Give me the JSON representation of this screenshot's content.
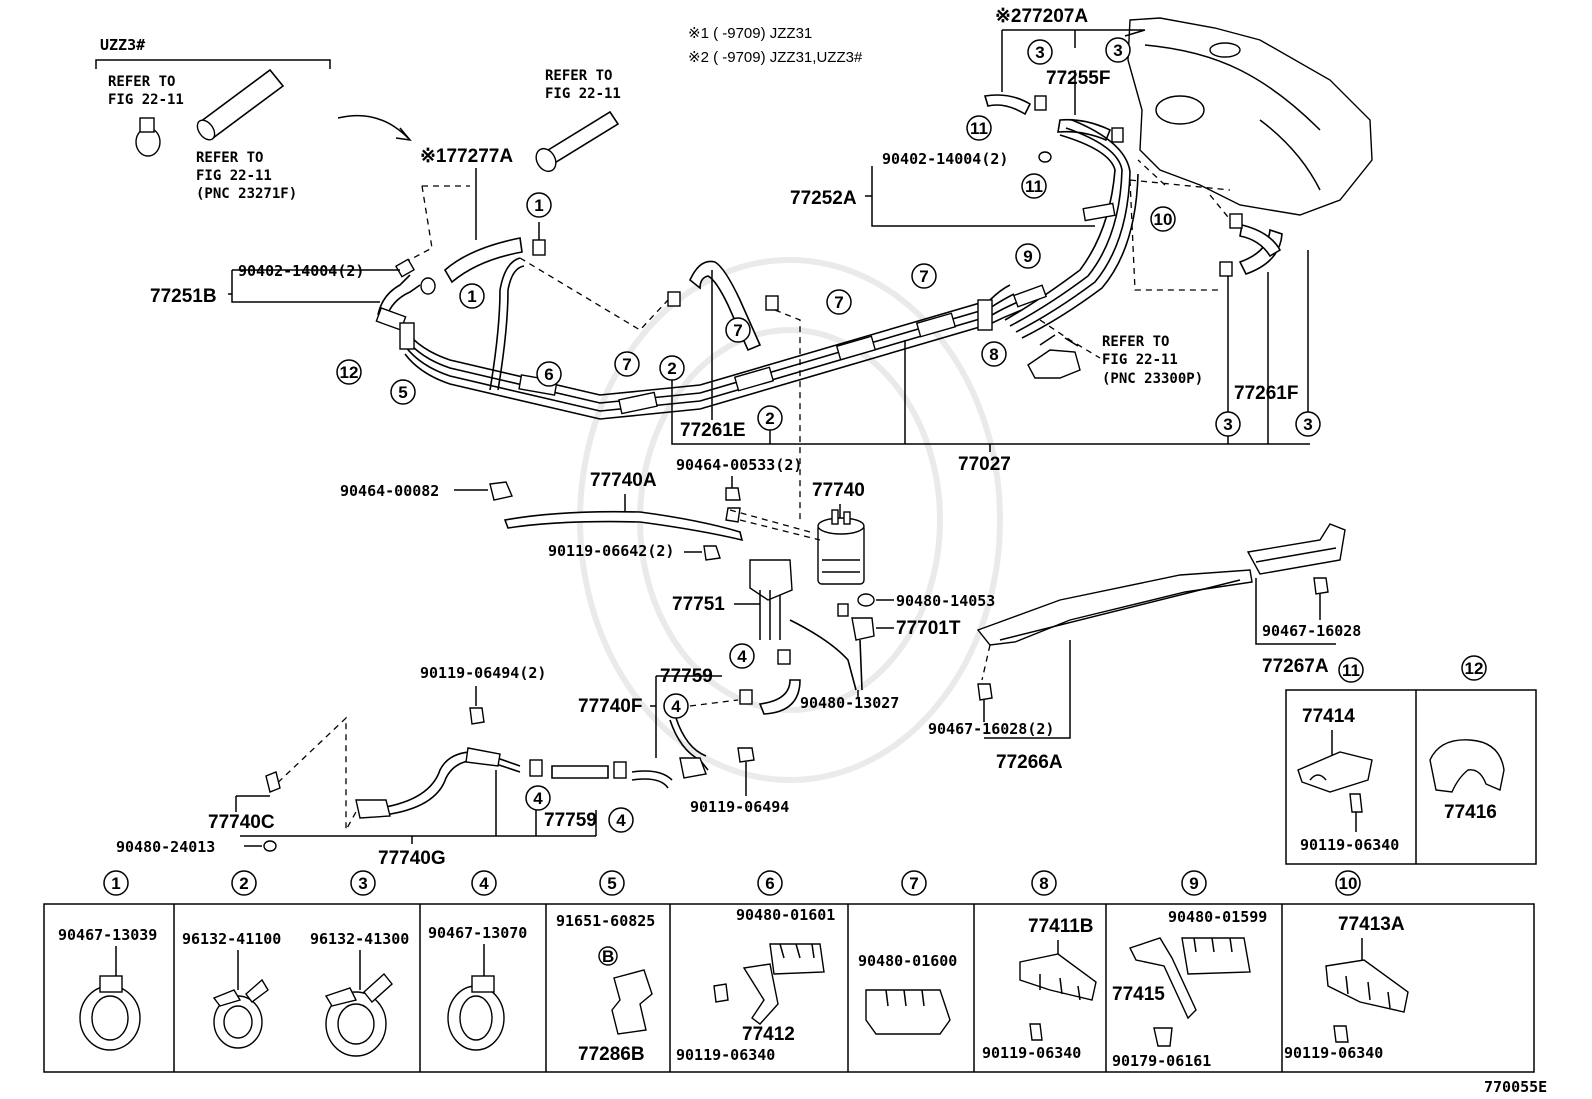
{
  "notes": {
    "n1": "※1 (     -9709) JZZ31",
    "n2": "※2 (     -9709) JZZ31,UZZ3#"
  },
  "variant": "UZZ3#",
  "refers": [
    {
      "l1": "REFER TO",
      "l2": "FIG 22-11"
    },
    {
      "l1": "REFER TO",
      "l2": "FIG 22-11",
      "l3": "(PNC 23271F)"
    },
    {
      "l1": "REFER TO",
      "l2": "FIG 22-11"
    },
    {
      "l1": "REFER TO",
      "l2": "FIG 22-11",
      "l3": "(PNC 23300P)"
    }
  ],
  "labels": {
    "p77277A": "※177277A",
    "p77207A": "※277207A",
    "p77255F": "77255F",
    "p90402_top": "90402-14004(2)",
    "p77252A": "77252A",
    "p90402_left": "90402-14004(2)",
    "p77251B": "77251B",
    "p77261E": "77261E",
    "p77261F": "77261F",
    "p77027": "77027",
    "p90464_533": "90464-00533(2)",
    "p90464_82": "90464-00082",
    "p77740A": "77740A",
    "p77740": "77740",
    "p90119_642": "90119-06642(2)",
    "p77751": "77751",
    "p90480_14053": "90480-14053",
    "p77701T": "77701T",
    "p90119_494_2": "90119-06494(2)",
    "p77759_a": "77759",
    "p77740F": "77740F",
    "p90480_13027": "90480-13027",
    "p90119_494": "90119-06494",
    "p77740C": "77740C",
    "p90480_24013": "90480-24013",
    "p77740G": "77740G",
    "p77759_b": "77759",
    "p90467_16028": "90467-16028",
    "p77267A": "77267A",
    "p90467_16028_2": "90467-16028(2)",
    "p77266A": "77266A",
    "p77414": "77414",
    "p90119_6340_11": "90119-06340",
    "p77416": "77416",
    "diagram_code": "770055E"
  },
  "callouts": [
    "1",
    "2",
    "3",
    "4",
    "5",
    "6",
    "7",
    "8",
    "9",
    "10",
    "11",
    "12"
  ],
  "legend": [
    {
      "num": "1",
      "parts": [
        "90467-13039"
      ]
    },
    {
      "num": "2",
      "parts": [
        "96132-41100"
      ]
    },
    {
      "num": "3",
      "parts": [
        "96132-41300"
      ]
    },
    {
      "num": "4",
      "parts": [
        "90467-13070"
      ]
    },
    {
      "num": "5",
      "parts": [
        "91651-60825",
        "77286B"
      ],
      "mark": "B"
    },
    {
      "num": "6",
      "parts": [
        "90480-01601",
        "77412",
        "90119-06340"
      ]
    },
    {
      "num": "7",
      "parts": [
        "90480-01600"
      ]
    },
    {
      "num": "8",
      "parts": [
        "77411B",
        "90119-06340"
      ]
    },
    {
      "num": "9",
      "parts": [
        "90480-01599",
        "77415",
        "90179-06161"
      ]
    },
    {
      "num": "10",
      "parts": [
        "77413A",
        "90119-06340"
      ]
    }
  ]
}
